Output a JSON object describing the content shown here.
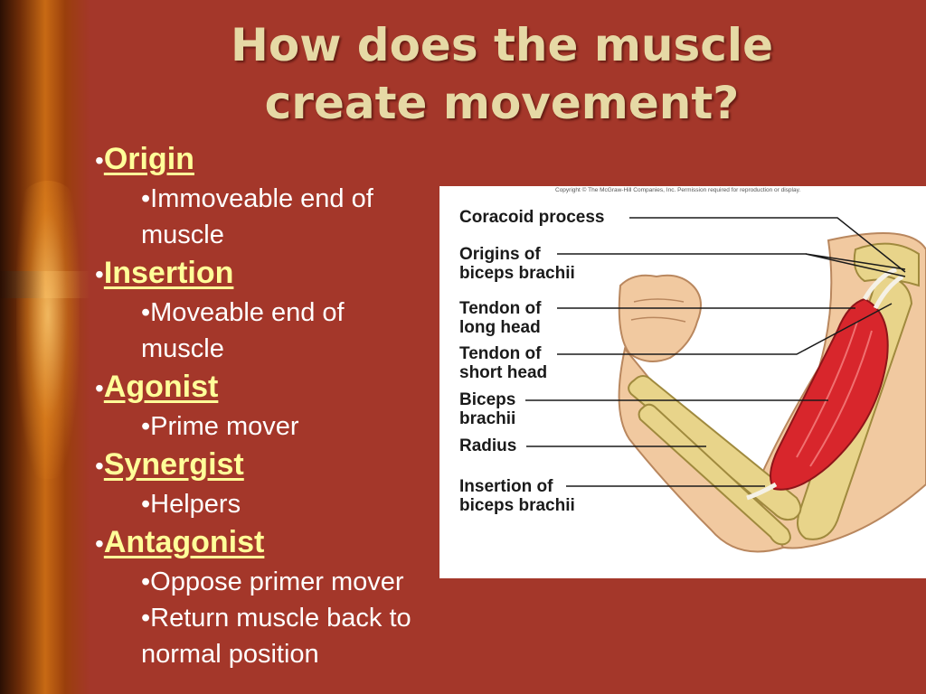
{
  "slide": {
    "title_line1": "How does the muscle",
    "title_line2": "create movement?",
    "terms": [
      {
        "bullet": "•",
        "label": "Origin",
        "subs": [
          "•Immoveable end of",
          "muscle"
        ]
      },
      {
        "bullet": "•",
        "label": "Insertion",
        "subs": [
          "•Moveable end of",
          "muscle"
        ]
      },
      {
        "bullet": "•",
        "label": "Agonist",
        "subs": [
          "•Prime mover"
        ]
      },
      {
        "bullet": "•",
        "label": "Synergist",
        "subs": [
          "•Helpers"
        ]
      },
      {
        "bullet": "•",
        "label": "Antagonist",
        "subs": [
          "•Oppose primer mover",
          "•Return muscle back to",
          "normal position"
        ]
      }
    ]
  },
  "figure": {
    "copyright": "Copyright © The McGraw-Hill Companies, Inc. Permission required for reproduction or display.",
    "labels": [
      {
        "line1": "Coracoid process",
        "line2": ""
      },
      {
        "line1": "Origins of",
        "line2": "biceps brachii"
      },
      {
        "line1": "Tendon of",
        "line2": "long head"
      },
      {
        "line1": "Tendon of",
        "line2": "short head"
      },
      {
        "line1": "Biceps",
        "line2": "brachii"
      },
      {
        "line1": "Radius",
        "line2": ""
      },
      {
        "line1": "Insertion of",
        "line2": "biceps brachii"
      }
    ]
  },
  "colors": {
    "background": "#a4372a",
    "title": "#e6d9a5",
    "term_label": "#ffff99",
    "muscle": "#d8262c",
    "bone": "#e8d48a",
    "skin": "#f1c9a0"
  }
}
